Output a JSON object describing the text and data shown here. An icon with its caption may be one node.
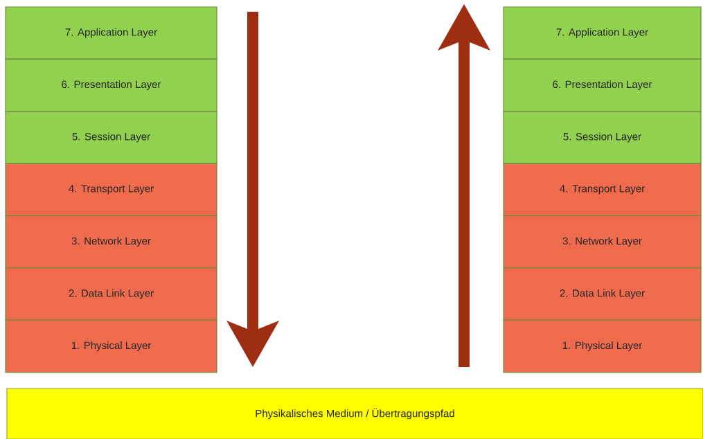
{
  "diagram": {
    "nodes": [
      {
        "text": [
          "7. Application Layer"
        ]
      },
      {
        "text": [
          "6. Presentation Layer"
        ]
      },
      {
        "text": [
          "5. Session Layer"
        ]
      },
      {
        "text": [
          "4. Transport Layer"
        ]
      },
      {
        "text": [
          "3. Network Layer"
        ]
      },
      {
        "text": [
          "2. Data Link Layer"
        ]
      },
      {
        "text": [
          "1. Physical Layer"
        ]
      },
      {
        "text": [
          "7. Application Layer"
        ]
      },
      {
        "text": [
          "6. Presentation Layer"
        ]
      },
      {
        "text": [
          "5. Session Layer"
        ]
      },
      {
        "text": [
          "4. Transport Layer"
        ]
      },
      {
        "text": [
          "3. Network Layer"
        ]
      },
      {
        "text": [
          "2. Data Link Layer"
        ]
      },
      {
        "text": [
          "1. Physical Layer"
        ]
      },
      {
        "text": [
          "Physikalisches Medium / Übertragungspfad"
        ]
      }
    ]
  }
}
